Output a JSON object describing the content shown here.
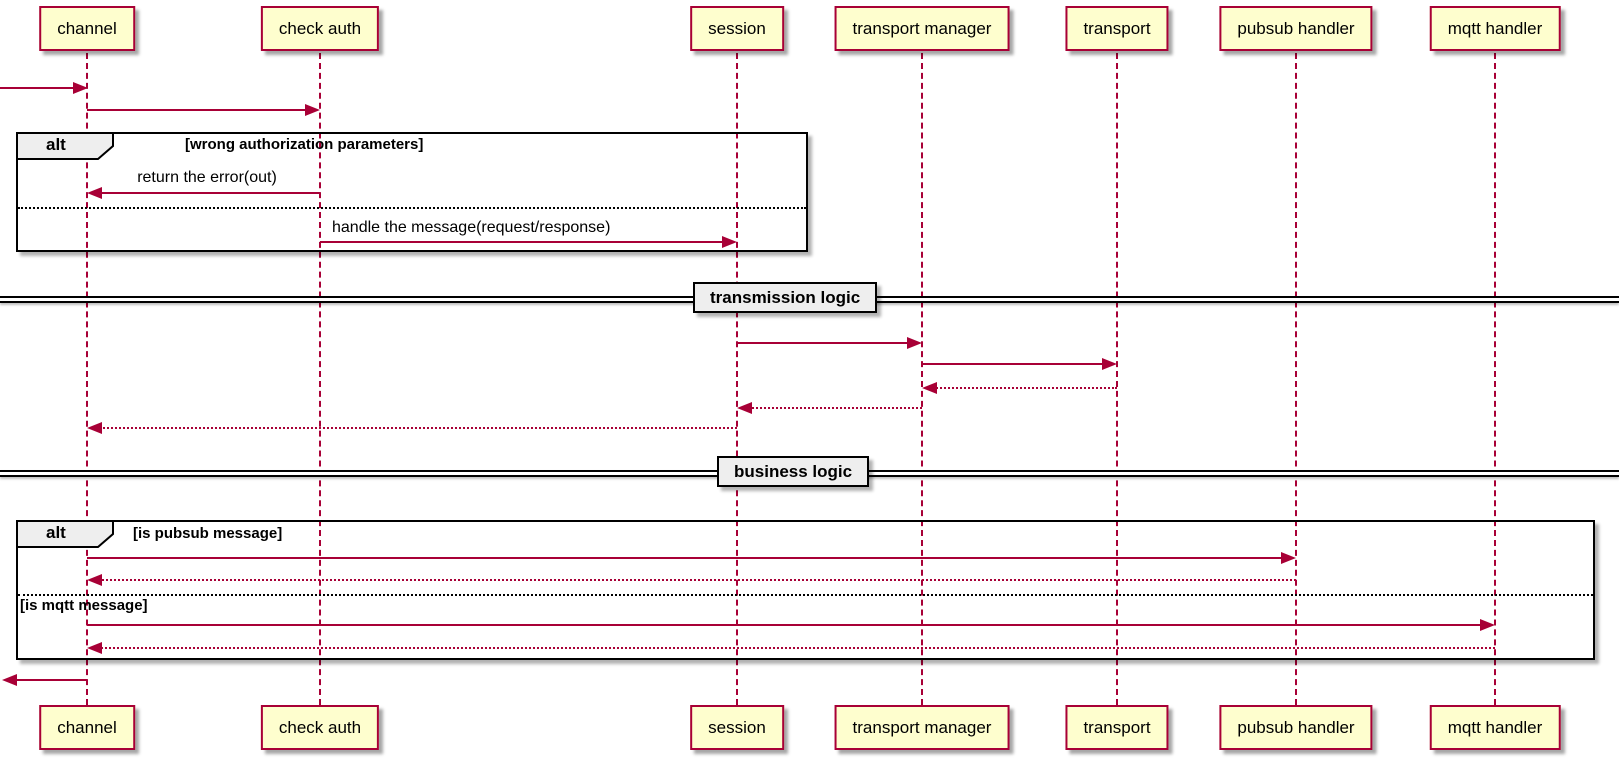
{
  "diagram": {
    "type": "sequence-diagram",
    "colors": {
      "accent": "#A80036",
      "participant_fill": "#FEFECE",
      "frame_border": "#000000",
      "label_fill": "#EEEEEE"
    },
    "participants": [
      {
        "id": "channel",
        "label": "channel"
      },
      {
        "id": "check-auth",
        "label": "check auth"
      },
      {
        "id": "session",
        "label": "session"
      },
      {
        "id": "transport-manager",
        "label": "transport manager"
      },
      {
        "id": "transport",
        "label": "transport"
      },
      {
        "id": "pubsub-handler",
        "label": "pubsub handler"
      },
      {
        "id": "mqtt-handler",
        "label": "mqtt handler"
      }
    ],
    "fragments": {
      "authorization": {
        "operator": "alt",
        "guard": "[wrong authorization parameters]"
      },
      "dispatch": {
        "operator": "alt",
        "guard_pubsub": "[is pubsub message]",
        "guard_mqtt": "[is mqtt message]"
      }
    },
    "messages": {
      "return_error": "return the error(out)",
      "handle_message": "handle the message(request/response)"
    },
    "dividers": [
      {
        "label": "transmission logic"
      },
      {
        "label": "business logic"
      }
    ]
  }
}
